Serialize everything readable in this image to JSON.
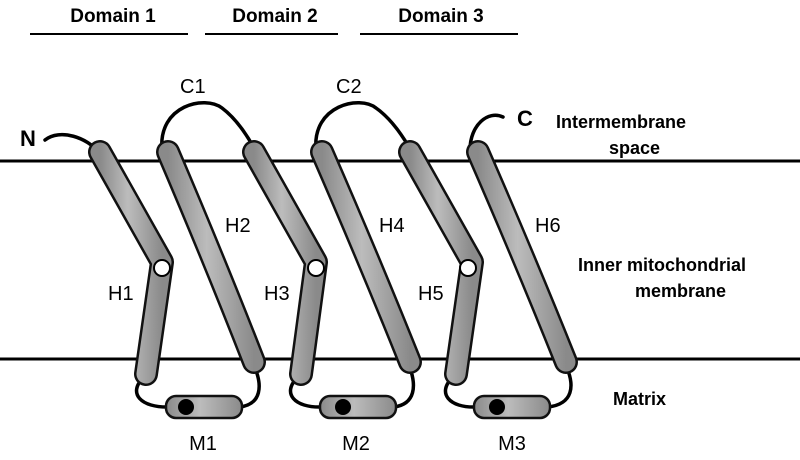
{
  "domains": [
    {
      "label": "Domain 1"
    },
    {
      "label": "Domain 2"
    },
    {
      "label": "Domain 3"
    }
  ],
  "termini": {
    "n": "N",
    "c": "C"
  },
  "loops": {
    "c1": "C1",
    "c2": "C2"
  },
  "helices": [
    {
      "label": "H1",
      "kinked": true
    },
    {
      "label": "H2",
      "kinked": false
    },
    {
      "label": "H3",
      "kinked": true
    },
    {
      "label": "H4",
      "kinked": false
    },
    {
      "label": "H5",
      "kinked": true
    },
    {
      "label": "H6",
      "kinked": false
    }
  ],
  "matrix_helices": [
    {
      "label": "M1"
    },
    {
      "label": "M2"
    },
    {
      "label": "M3"
    }
  ],
  "regions": {
    "intermembrane_line1": "Intermembrane",
    "intermembrane_line2": "space",
    "membrane_line1": "Inner mitochondrial",
    "membrane_line2": "membrane",
    "matrix": "Matrix"
  },
  "colors": {
    "helix_fill": "#9a9a9a",
    "helix_highlight": "#bdbdbd",
    "helix_outline": "#111111",
    "open_circle": "#ffffff",
    "filled_circle": "#000000"
  }
}
